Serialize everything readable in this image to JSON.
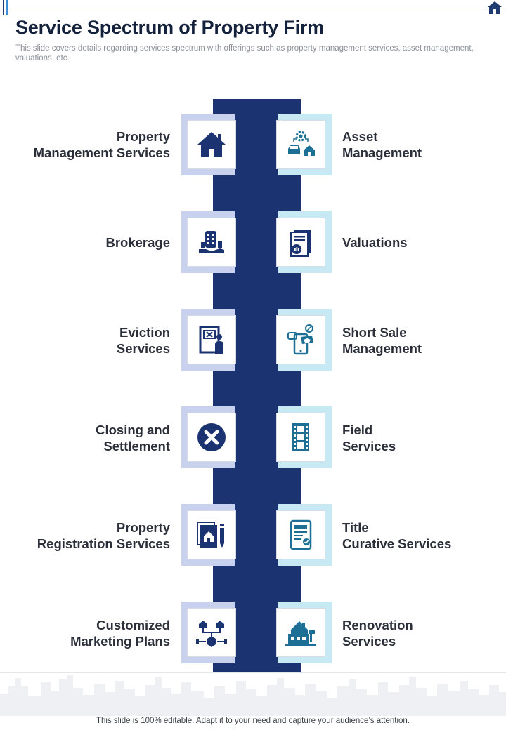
{
  "header": {
    "title": "Service Spectrum of Property Firm",
    "subtitle": "This slide covers details regarding services spectrum with offerings such as property management services, asset management, valuations, etc."
  },
  "left_services": [
    {
      "line1": "Property",
      "line2": "Management Services",
      "icon": "house-icon"
    },
    {
      "line1": "Brokerage",
      "line2": "",
      "icon": "brokerage-hand-building-icon"
    },
    {
      "line1": "Eviction",
      "line2": "Services",
      "icon": "eviction-door-person-icon"
    },
    {
      "line1": "Closing and",
      "line2": "Settlement",
      "icon": "close-circle-icon"
    },
    {
      "line1": "Property",
      "line2": "Registration Services",
      "icon": "registration-document-pen-icon"
    },
    {
      "line1": "Customized",
      "line2": "Marketing Plans",
      "icon": "marketing-network-icon"
    }
  ],
  "right_services": [
    {
      "line1": "Asset",
      "line2": "Management",
      "icon": "asset-gear-car-house-icon"
    },
    {
      "line1": "Valuations",
      "line2": "",
      "icon": "valuation-document-chart-icon"
    },
    {
      "line1": "Short Sale",
      "line2": "Management",
      "icon": "short-sale-phone-icon"
    },
    {
      "line1": "Field",
      "line2": "Services",
      "icon": "field-film-strip-icon"
    },
    {
      "line1": "Title",
      "line2": "Curative Services",
      "icon": "title-certificate-icon"
    },
    {
      "line1": "Renovation",
      "line2": "Services",
      "icon": "renovation-house-icon"
    }
  ],
  "footer": {
    "text": "This slide is 100% editable. Adapt it to your need and capture your audience’s attention."
  },
  "colors": {
    "spine": "#1b3370",
    "left_accent": "#c8d2ee",
    "right_accent": "#c7e9f4",
    "left_icon": "#1b3370",
    "right_icon": "#1d6f95"
  }
}
